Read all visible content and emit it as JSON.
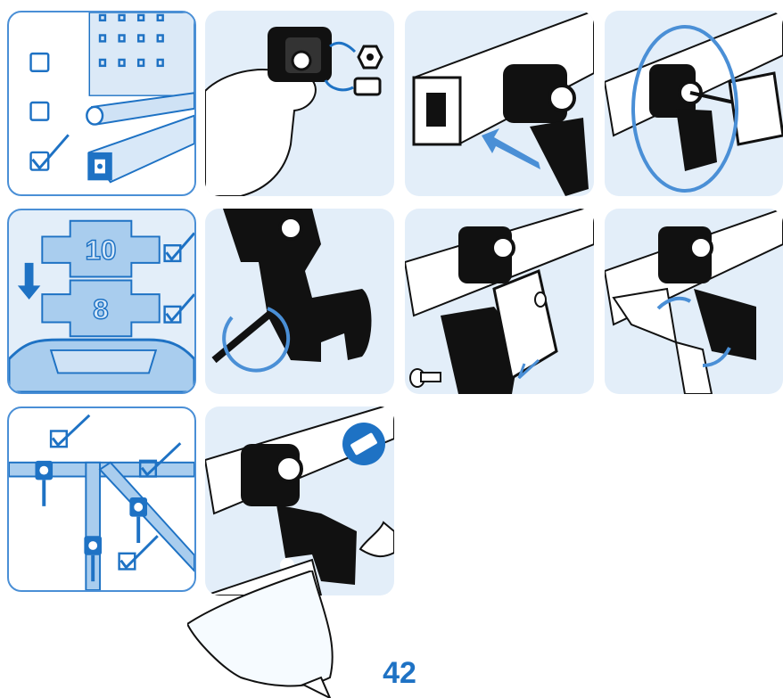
{
  "page": {
    "number": "42"
  },
  "colors": {
    "accent": "#1e72c4",
    "panel_bg": "#e3eef9",
    "part": "#111111",
    "panel_blue": "#a9cdee"
  },
  "panels": [
    {
      "step": "choose-mount",
      "icons": [
        "pegboard-icon",
        "tube-icon",
        "aluminium-profile-icon",
        "checkbox-icon",
        "check-mark-icon"
      ]
    },
    {
      "step": "insert-nut",
      "icons": [
        "hand-icon",
        "hook-base-icon",
        "nut-icon",
        "t-nut-icon",
        "arrow-icon"
      ]
    },
    {
      "step": "slide-onto-profile",
      "icons": [
        "aluminium-profile-icon",
        "hook-base-icon",
        "arrow-icon"
      ]
    },
    {
      "step": "tighten-screw",
      "icons": [
        "hand-icon",
        "screwdriver-icon",
        "rotate-arrow-icon"
      ]
    },
    {
      "step": "profile-size",
      "icons": [
        "insert-10-icon",
        "insert-8-icon",
        "checkbox-icon",
        "tray-icon",
        "down-arrow-icon"
      ],
      "labels": [
        "10",
        "8"
      ]
    },
    {
      "step": "release-hook-screw",
      "icons": [
        "screwdriver-icon",
        "rotate-arrow-icon",
        "hook-icon"
      ]
    },
    {
      "step": "remove-blade-holder",
      "icons": [
        "hook-icon",
        "blade-holder-icon",
        "screw-icon"
      ]
    },
    {
      "step": "insert-blade",
      "icons": [
        "blade-icon",
        "arrow-icon",
        "hook-icon"
      ]
    },
    {
      "step": "frame-positions",
      "icons": [
        "frame-icon",
        "mount-icon",
        "checkbox-icon"
      ]
    },
    {
      "step": "cut-bag",
      "icons": [
        "bag-icon",
        "razor-blade-icon",
        "hook-icon"
      ]
    }
  ]
}
